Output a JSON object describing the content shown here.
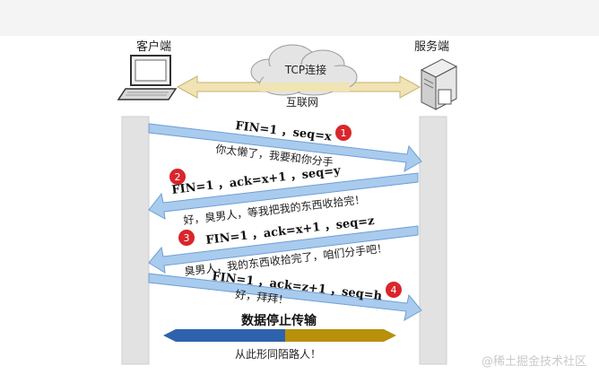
{
  "labels": {
    "client": "客户端",
    "server": "服务端",
    "cloud_top": "TCP连接",
    "cloud_bottom": "互联网",
    "stop": "数据停止传输",
    "strangers": "从此形同陌路人！"
  },
  "steps": [
    {
      "num": "1",
      "packet": "FIN=1 ，seq=x",
      "message": "你太懒了，我要和你分手"
    },
    {
      "num": "2",
      "packet": "FIN=1 ，ack=x+1 ，seq=y",
      "message": "好，臭男人，等我把我的东西收拾完！"
    },
    {
      "num": "3",
      "packet": "FIN=1 ，ack=x+1 ，seq=z",
      "message": "臭男人，我的东西收拾完了，咱们分手吧！"
    },
    {
      "num": "4",
      "packet": "FIN=1 ，ack=z+1 ，seq=h",
      "message": "好，拜拜！"
    }
  ],
  "watermark": "@稀土掘金技术社区",
  "colors": {
    "arrow_fill": "#a9cbee",
    "arrow_stroke": "#6f9fd3",
    "badge": "#d9262b",
    "lifeline": "#e2e2e2",
    "band_blue": "#2f62ad",
    "band_gold": "#b8900c"
  },
  "icons": {
    "client": "laptop-icon",
    "server": "server-icon",
    "network": "cloud-icon"
  }
}
